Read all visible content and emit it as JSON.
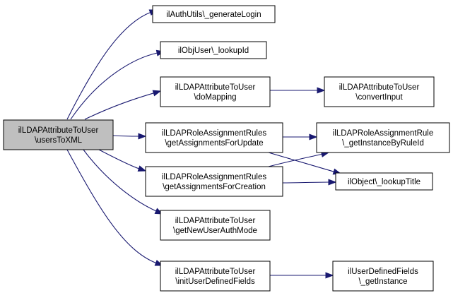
{
  "graph": {
    "nodes": [
      {
        "id": "users_to_xml",
        "lines": [
          "ilLDAPAttributeToUser",
          "\\usersToXML"
        ],
        "highlighted": true
      },
      {
        "id": "generate_login",
        "lines": [
          "ilAuthUtils\\_generateLogin"
        ]
      },
      {
        "id": "lookup_id",
        "lines": [
          "ilObjUser\\_lookupId"
        ]
      },
      {
        "id": "do_mapping",
        "lines": [
          "ilLDAPAttributeToUser",
          "\\doMapping"
        ]
      },
      {
        "id": "convert_input",
        "lines": [
          "ilLDAPAttributeToUser",
          "\\convertInput"
        ]
      },
      {
        "id": "assignments_for_update",
        "lines": [
          "ilLDAPRoleAssignmentRules",
          "\\getAssignmentsForUpdate"
        ]
      },
      {
        "id": "instance_by_rule_id",
        "lines": [
          "ilLDAPRoleAssignmentRule",
          "\\_getInstanceByRuleId"
        ]
      },
      {
        "id": "assignments_for_creation",
        "lines": [
          "ilLDAPRoleAssignmentRules",
          "\\getAssignmentsForCreation"
        ]
      },
      {
        "id": "lookup_title",
        "lines": [
          "ilObject\\_lookupTitle"
        ]
      },
      {
        "id": "new_user_auth_mode",
        "lines": [
          "ilLDAPAttributeToUser",
          "\\getNewUserAuthMode"
        ]
      },
      {
        "id": "init_user_defined_fields",
        "lines": [
          "ilLDAPAttributeToUser",
          "\\initUserDefinedFields"
        ]
      },
      {
        "id": "udf_get_instance",
        "lines": [
          "ilUserDefinedFields",
          "\\_getInstance"
        ]
      }
    ],
    "edges": [
      [
        "users_to_xml",
        "generate_login"
      ],
      [
        "users_to_xml",
        "lookup_id"
      ],
      [
        "users_to_xml",
        "do_mapping"
      ],
      [
        "users_to_xml",
        "assignments_for_update"
      ],
      [
        "users_to_xml",
        "assignments_for_creation"
      ],
      [
        "users_to_xml",
        "new_user_auth_mode"
      ],
      [
        "users_to_xml",
        "init_user_defined_fields"
      ],
      [
        "do_mapping",
        "convert_input"
      ],
      [
        "assignments_for_update",
        "instance_by_rule_id"
      ],
      [
        "assignments_for_update",
        "lookup_title"
      ],
      [
        "assignments_for_creation",
        "instance_by_rule_id"
      ],
      [
        "assignments_for_creation",
        "lookup_title"
      ],
      [
        "init_user_defined_fields",
        "udf_get_instance"
      ]
    ],
    "colors": {
      "node_fill": "#ffffff",
      "highlight_fill": "#bfbfbf",
      "edge": "#191970",
      "border": "#000000"
    }
  }
}
